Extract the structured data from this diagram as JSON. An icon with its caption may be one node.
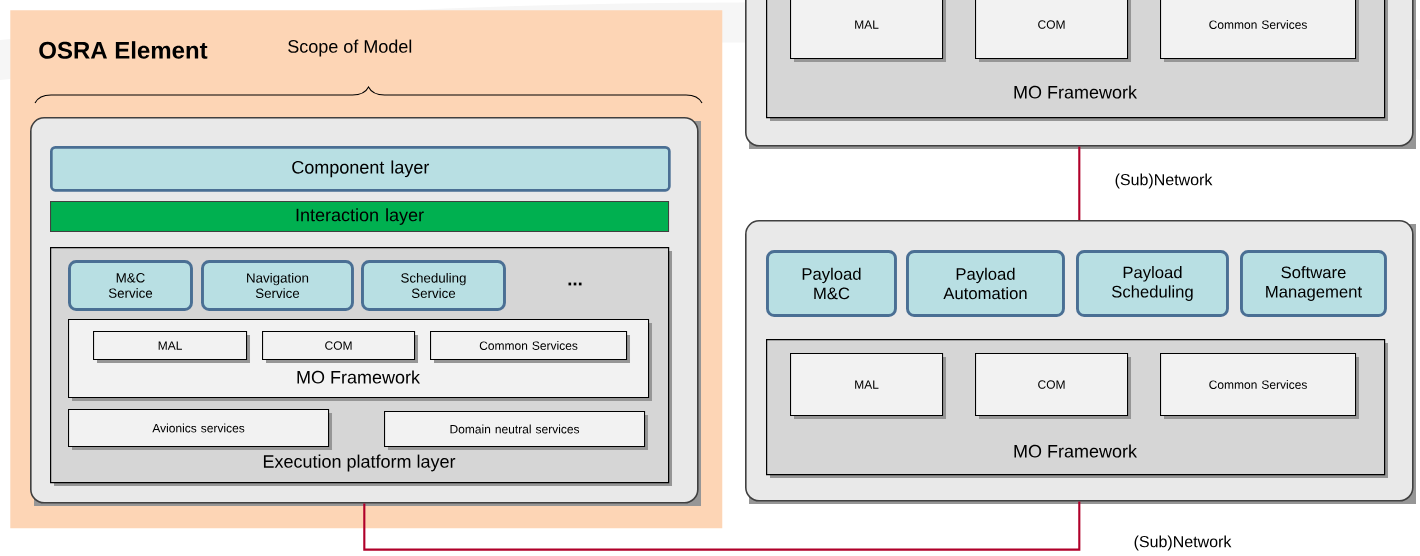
{
  "diagram": {
    "nodes": [
      {
        "text": [
          "OSRA Element",
          "Scope of Model"
        ]
      },
      {
        "text": [],
        "shape": "box",
        "in": 0
      },
      {
        "text": [
          "Component layer"
        ],
        "in": 1
      },
      {
        "text": [
          "Interaction layer"
        ],
        "in": 1
      },
      {
        "text": [
          "Execution platform layer"
        ],
        "in": 1
      },
      {
        "text": [
          "M&C Service"
        ],
        "in": 4
      },
      {
        "text": [
          "Navigation Service"
        ],
        "in": 4
      },
      {
        "text": [
          "Scheduling Service"
        ],
        "in": 4
      },
      {
        "text": [
          "MO Framework"
        ],
        "in": 4
      },
      {
        "text": [
          "MAL"
        ],
        "in": 8
      },
      {
        "text": [
          "COM"
        ],
        "in": 8
      },
      {
        "text": [
          "Common Services"
        ],
        "in": 8
      },
      {
        "text": [
          "Avionics services"
        ],
        "in": 4
      },
      {
        "text": [
          "Domain neutral services"
        ],
        "in": 4
      },
      {
        "text": [],
        "shape": "box"
      },
      {
        "text": [
          "MO Framework"
        ],
        "in": 14
      },
      {
        "text": [
          "MAL"
        ],
        "in": 15
      },
      {
        "text": [
          "COM"
        ],
        "in": 15
      },
      {
        "text": [
          "Common Services"
        ],
        "in": 15
      },
      {
        "text": [],
        "shape": "box"
      },
      {
        "text": [
          "Payload M&C"
        ],
        "in": 19
      },
      {
        "text": [
          "Payload Automation"
        ],
        "in": 19
      },
      {
        "text": [
          "Payload Scheduling"
        ],
        "in": 19
      },
      {
        "text": [
          "Software Management"
        ],
        "in": 19
      },
      {
        "text": [
          "MO Framework"
        ],
        "in": 19
      },
      {
        "text": [
          "MAL"
        ],
        "in": 24
      },
      {
        "text": [
          "COM"
        ],
        "in": 24
      },
      {
        "text": [
          "Common Services"
        ],
        "in": 24
      }
    ],
    "edges": [
      {
        "from": 14,
        "to": 19,
        "arrow": "none",
        "label": "(Sub)Network"
      },
      {
        "from": 1,
        "to": 19,
        "arrow": "none",
        "label": "(Sub)Network"
      }
    ],
    "labels": [
      "..."
    ]
  }
}
